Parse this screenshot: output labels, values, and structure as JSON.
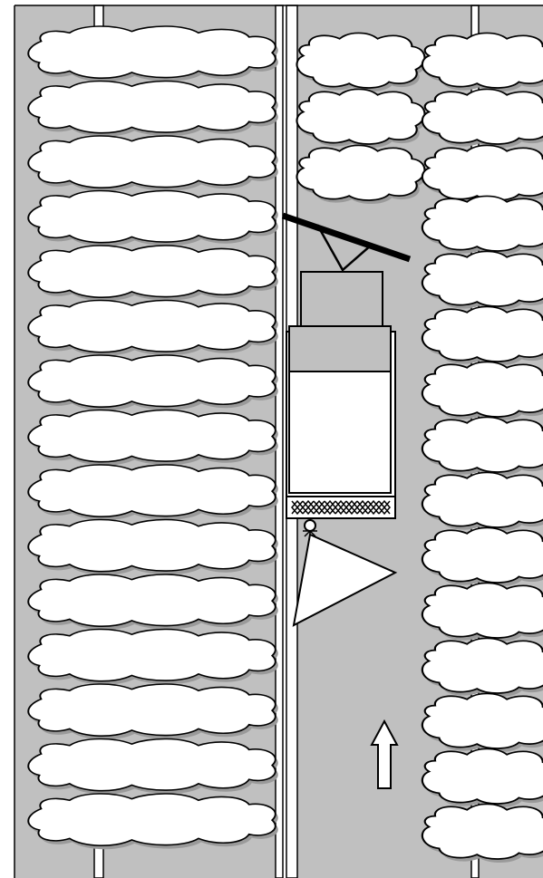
{
  "colors": {
    "background": "#ffffff",
    "ground": "#c0c0c0",
    "stripe": "#ffffff",
    "outline": "#000000",
    "cloud_fill": "#ffffff",
    "cloud_shadow": "#9a9a9a",
    "machine_fill": "#c0c0c0",
    "machine_body": "#ffffff",
    "cone_fill": "#ffffff",
    "boom": "#000000"
  },
  "diagram": {
    "left_bed": {
      "row_count": 15
    },
    "middle_bed": {
      "row_count": 3
    },
    "right_bed": {
      "row_count": 15
    },
    "machine": {
      "parts": [
        "boom-bar",
        "boom-mount",
        "cab-block",
        "hopper",
        "bin",
        "cutter-bar",
        "spinner",
        "spread-cone"
      ]
    },
    "direction": {
      "icon": "arrow-up-icon",
      "meaning": "up"
    }
  }
}
